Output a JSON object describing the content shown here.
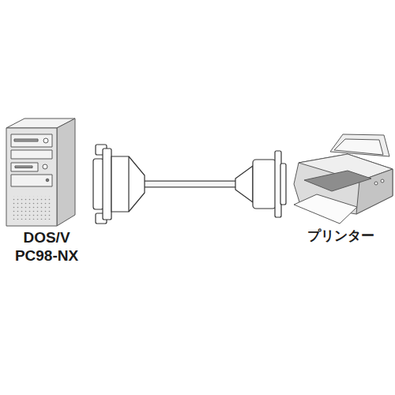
{
  "diagram": {
    "nodes": [
      {
        "text": [
          "DOS/V PC98-NX"
        ]
      },
      {
        "text": [
          "プリンター"
        ]
      }
    ],
    "edges": [
      {
        "from": 0,
        "to": 1,
        "arrow": "none"
      }
    ]
  }
}
